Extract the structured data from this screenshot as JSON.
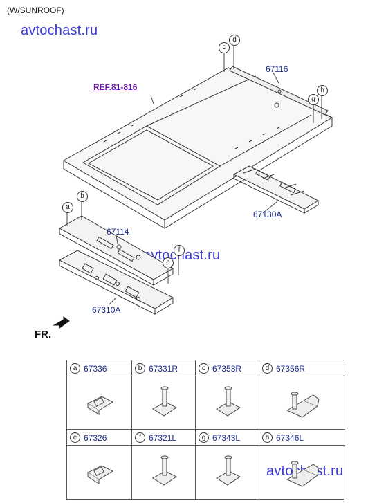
{
  "header": {
    "variant_note": "(W/SUNROOF)"
  },
  "watermarks": [
    "avtochast.ru",
    "avtochast.ru",
    "avtochast.ru"
  ],
  "diagram": {
    "ref_label": "REF.81-816",
    "front_label": "FR.",
    "parts": {
      "roof_panel": "67116",
      "rear_rail": "67130A",
      "front_rail": "67114",
      "front_lower_rail": "67310A"
    },
    "callouts": [
      "a",
      "b",
      "c",
      "d",
      "e",
      "f",
      "g",
      "h"
    ]
  },
  "legend": {
    "items": [
      {
        "letter": "a",
        "part": "67336",
        "icon": "clip-icon"
      },
      {
        "letter": "b",
        "part": "67331R",
        "icon": "stud-bolt-icon"
      },
      {
        "letter": "c",
        "part": "67353R",
        "icon": "stud-bolt-icon"
      },
      {
        "letter": "d",
        "part": "67356R",
        "icon": "bracket-stud-icon"
      },
      {
        "letter": "e",
        "part": "67326",
        "icon": "clip-icon"
      },
      {
        "letter": "f",
        "part": "67321L",
        "icon": "stud-bolt-icon"
      },
      {
        "letter": "g",
        "part": "67343L",
        "icon": "stud-bolt-icon"
      },
      {
        "letter": "h",
        "part": "67346L",
        "icon": "bracket-stud-icon"
      }
    ]
  }
}
